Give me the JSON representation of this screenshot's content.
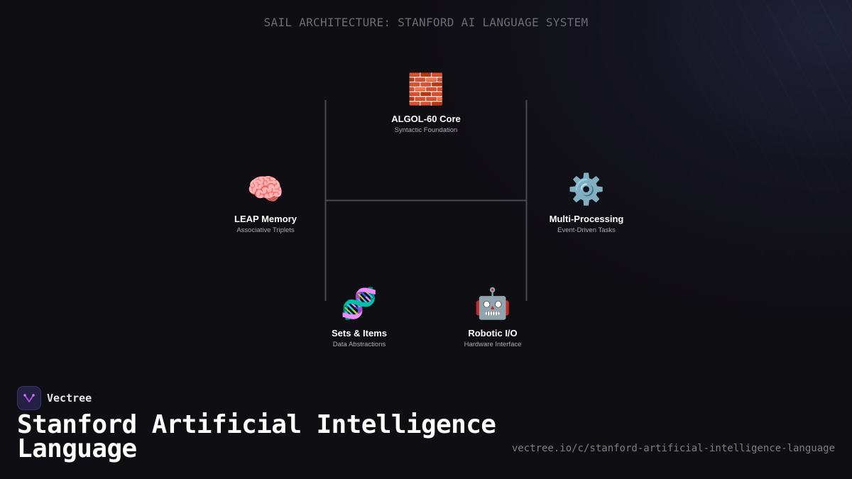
{
  "header": {
    "title": "SAIL ARCHITECTURE: STANFORD AI LANGUAGE SYSTEM"
  },
  "diagram": {
    "nodes": [
      {
        "id": "algol",
        "icon": "brick-icon",
        "glyph": "🧱",
        "title": "ALGOL-60 Core",
        "subtitle": "Syntactic Foundation"
      },
      {
        "id": "leap",
        "icon": "brain-icon",
        "glyph": "🧠",
        "title": "LEAP Memory",
        "subtitle": "Associative Triplets"
      },
      {
        "id": "multi",
        "icon": "gear-icon",
        "glyph": "⚙️",
        "title": "Multi-Processing",
        "subtitle": "Event-Driven Tasks"
      },
      {
        "id": "sets",
        "icon": "dna-icon",
        "glyph": "🧬",
        "title": "Sets & Items",
        "subtitle": "Data Abstractions"
      },
      {
        "id": "robotic",
        "icon": "robot-icon",
        "glyph": "🤖",
        "title": "Robotic I/O",
        "subtitle": "Hardware Interface"
      }
    ]
  },
  "footer": {
    "brand_name": "Vectree",
    "brand_icon": "vectree-logo-icon",
    "title": "Stanford Artificial Intelligence Language",
    "url": "vectree.io/c/stanford-artificial-intelligence-language"
  },
  "colors": {
    "background": "#0f0e13",
    "connector": "#4a4a50",
    "logo_bg": "#231f45",
    "logo_accent": "#b04adf"
  }
}
